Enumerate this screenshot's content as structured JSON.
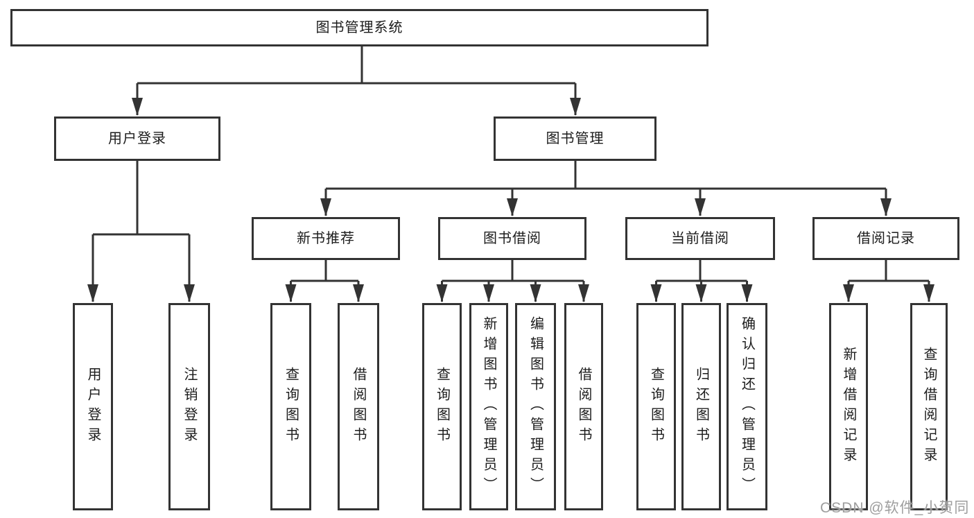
{
  "diagram": {
    "root": {
      "label": "图书管理系统"
    },
    "branches": [
      {
        "label": "用户登录",
        "children": [
          {
            "label": "用户登录"
          },
          {
            "label": "注销登录"
          }
        ]
      },
      {
        "label": "图书管理",
        "children": [
          {
            "label": "新书推荐",
            "children": [
              {
                "label": "查询图书"
              },
              {
                "label": "借阅图书"
              }
            ]
          },
          {
            "label": "图书借阅",
            "children": [
              {
                "label": "查询图书"
              },
              {
                "label": "新增图书（管理员）"
              },
              {
                "label": "编辑图书（管理员）"
              },
              {
                "label": "借阅图书"
              }
            ]
          },
          {
            "label": "当前借阅",
            "children": [
              {
                "label": "查询图书"
              },
              {
                "label": "归还图书"
              },
              {
                "label": "确认归还（管理员）"
              }
            ]
          },
          {
            "label": "借阅记录",
            "children": [
              {
                "label": "新增借阅记录"
              },
              {
                "label": "查询借阅记录"
              }
            ]
          }
        ]
      }
    ],
    "watermark": "CSDN @软件_小贺同学",
    "colors": {
      "line": "#333333",
      "text": "#1c1c1c",
      "watermark": "#9e9e9e",
      "background": "#ffffff"
    }
  }
}
